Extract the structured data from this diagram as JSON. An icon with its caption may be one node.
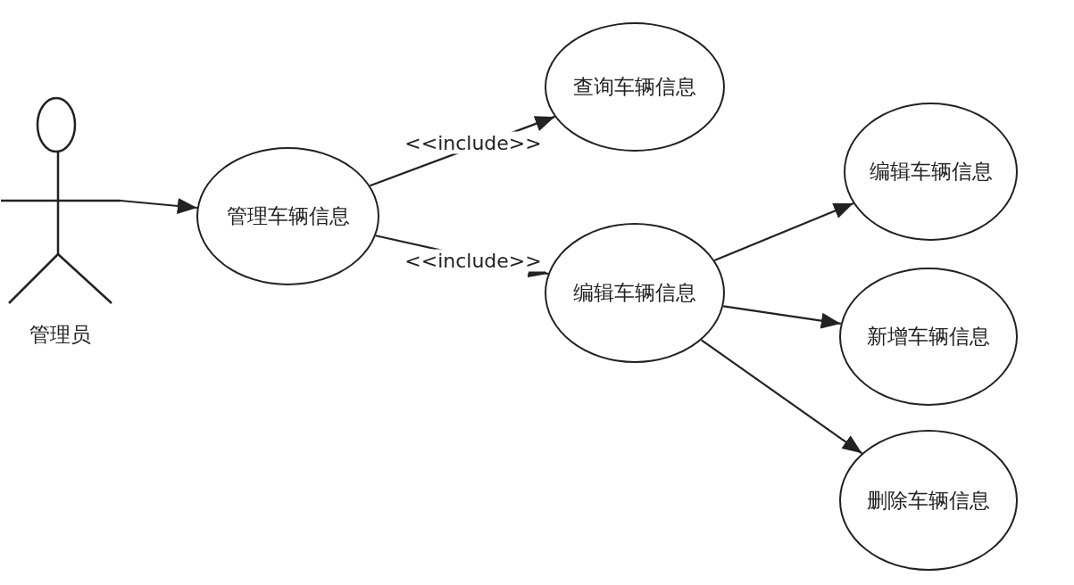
{
  "diagram": {
    "nodes": [
      {
        "text": [
          "管理员"
        ]
      },
      {
        "text": [
          "管理车辆信息"
        ]
      },
      {
        "text": [
          "查询车辆信息"
        ]
      },
      {
        "text": [
          "编辑车辆信息"
        ]
      },
      {
        "text": [
          "编辑车辆信息"
        ]
      },
      {
        "text": [
          "新增车辆信息"
        ]
      },
      {
        "text": [
          "删除车辆信息"
        ]
      }
    ],
    "edges": [
      {
        "from": 0,
        "to": 1,
        "arrow": "to"
      },
      {
        "from": 1,
        "to": 2,
        "arrow": "to",
        "label": "<<include>>"
      },
      {
        "from": 1,
        "to": 3,
        "arrow": "to",
        "label": "<<include>>"
      },
      {
        "from": 3,
        "to": 4,
        "arrow": "to"
      },
      {
        "from": 3,
        "to": 5,
        "arrow": "to"
      },
      {
        "from": 3,
        "to": 6,
        "arrow": "to"
      }
    ]
  }
}
